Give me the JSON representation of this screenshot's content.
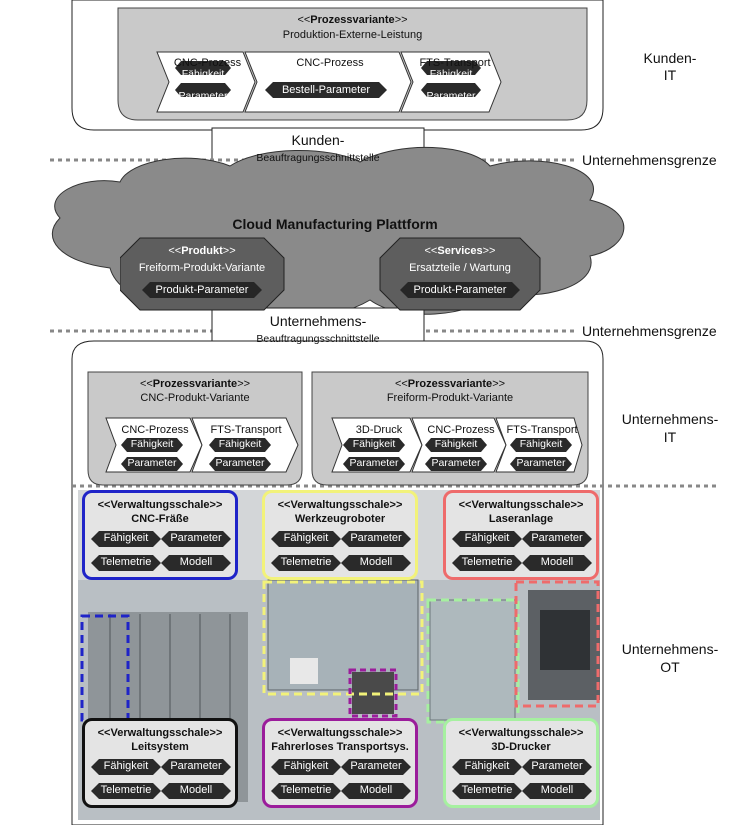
{
  "kunden_it": {
    "stereo_open": "<<",
    "stereo_close": ">>",
    "stereo_bold": "Prozessvariante",
    "subtitle": "Produktion-Externe-Leistung",
    "steps": [
      {
        "title": "CNC-Prozess",
        "tags": [
          "Fähigkeit",
          "Parameter"
        ]
      },
      {
        "title": "CNC-Prozess",
        "tags": [
          "Bestell-Parameter"
        ]
      },
      {
        "title": "FTS-Transport",
        "tags": [
          "Fähigkeit",
          "Parameter"
        ]
      }
    ],
    "side_label": "Kunden-\nIT"
  },
  "interface_top": {
    "line1": "Kunden-",
    "line2": "Beauftragungsschnittstelle"
  },
  "boundary_label": "Unternehmensgrenze",
  "cloud": {
    "title": "Cloud Manufacturing Plattform",
    "produkt": {
      "stereo": "Produkt",
      "subtitle": "Freiform-Produkt-Variante",
      "tag": "Produkt-Parameter"
    },
    "services": {
      "stereo": "Services",
      "subtitle": "Ersatzteile / Wartung",
      "tag": "Produkt-Parameter"
    }
  },
  "interface_bottom": {
    "line1": "Unternehmens-",
    "line2": "Beauftragungsschnittstelle"
  },
  "unternehmens_it": {
    "side_label": "Unternehmens-\nIT",
    "variants": [
      {
        "stereo": "Prozessvariante",
        "subtitle": "CNC-Produkt-Variante",
        "steps": [
          {
            "title": "CNC-Prozess",
            "tags": [
              "Fähigkeit",
              "Parameter"
            ]
          },
          {
            "title": "FTS-Transport",
            "tags": [
              "Fähigkeit",
              "Parameter"
            ]
          }
        ]
      },
      {
        "stereo": "Prozessvariante",
        "subtitle": "Freiform-Produkt-Variante",
        "steps": [
          {
            "title": "3D-Druck",
            "tags": [
              "Fähigkeit",
              "Parameter"
            ]
          },
          {
            "title": "CNC-Prozess",
            "tags": [
              "Fähigkeit",
              "Parameter"
            ]
          },
          {
            "title": "FTS-Transport",
            "tags": [
              "Fähigkeit",
              "Parameter"
            ]
          }
        ]
      }
    ]
  },
  "unternehmens_ot": {
    "side_label": "Unternehmens-\nOT",
    "shells": [
      {
        "stereo": "Verwaltungsschale",
        "name": "CNC-Fräße",
        "color": "#1f24c8",
        "tags": [
          "Fähigkeit",
          "Parameter",
          "Telemetrie",
          "Modell"
        ]
      },
      {
        "stereo": "Verwaltungsschale",
        "name": "Werkzeugroboter",
        "color": "#f2f27a",
        "tags": [
          "Fähigkeit",
          "Parameter",
          "Telemetrie",
          "Modell"
        ]
      },
      {
        "stereo": "Verwaltungsschale",
        "name": "Laseranlage",
        "color": "#ee6b6b",
        "tags": [
          "Fähigkeit",
          "Parameter",
          "Telemetrie",
          "Modell"
        ]
      },
      {
        "stereo": "Verwaltungsschale",
        "name": "Leitsystem",
        "color": "#111111",
        "tags": [
          "Fähigkeit",
          "Parameter",
          "Telemetrie",
          "Modell"
        ]
      },
      {
        "stereo": "Verwaltungsschale",
        "name": "Fahrerloses Transportsys.",
        "color": "#9b1d9b",
        "tags": [
          "Fähigkeit",
          "Parameter",
          "Telemetrie",
          "Modell"
        ]
      },
      {
        "stereo": "Verwaltungsschale",
        "name": "3D-Drucker",
        "color": "#a6f0a0",
        "tags": [
          "Fähigkeit",
          "Parameter",
          "Telemetrie",
          "Modell"
        ]
      }
    ]
  }
}
